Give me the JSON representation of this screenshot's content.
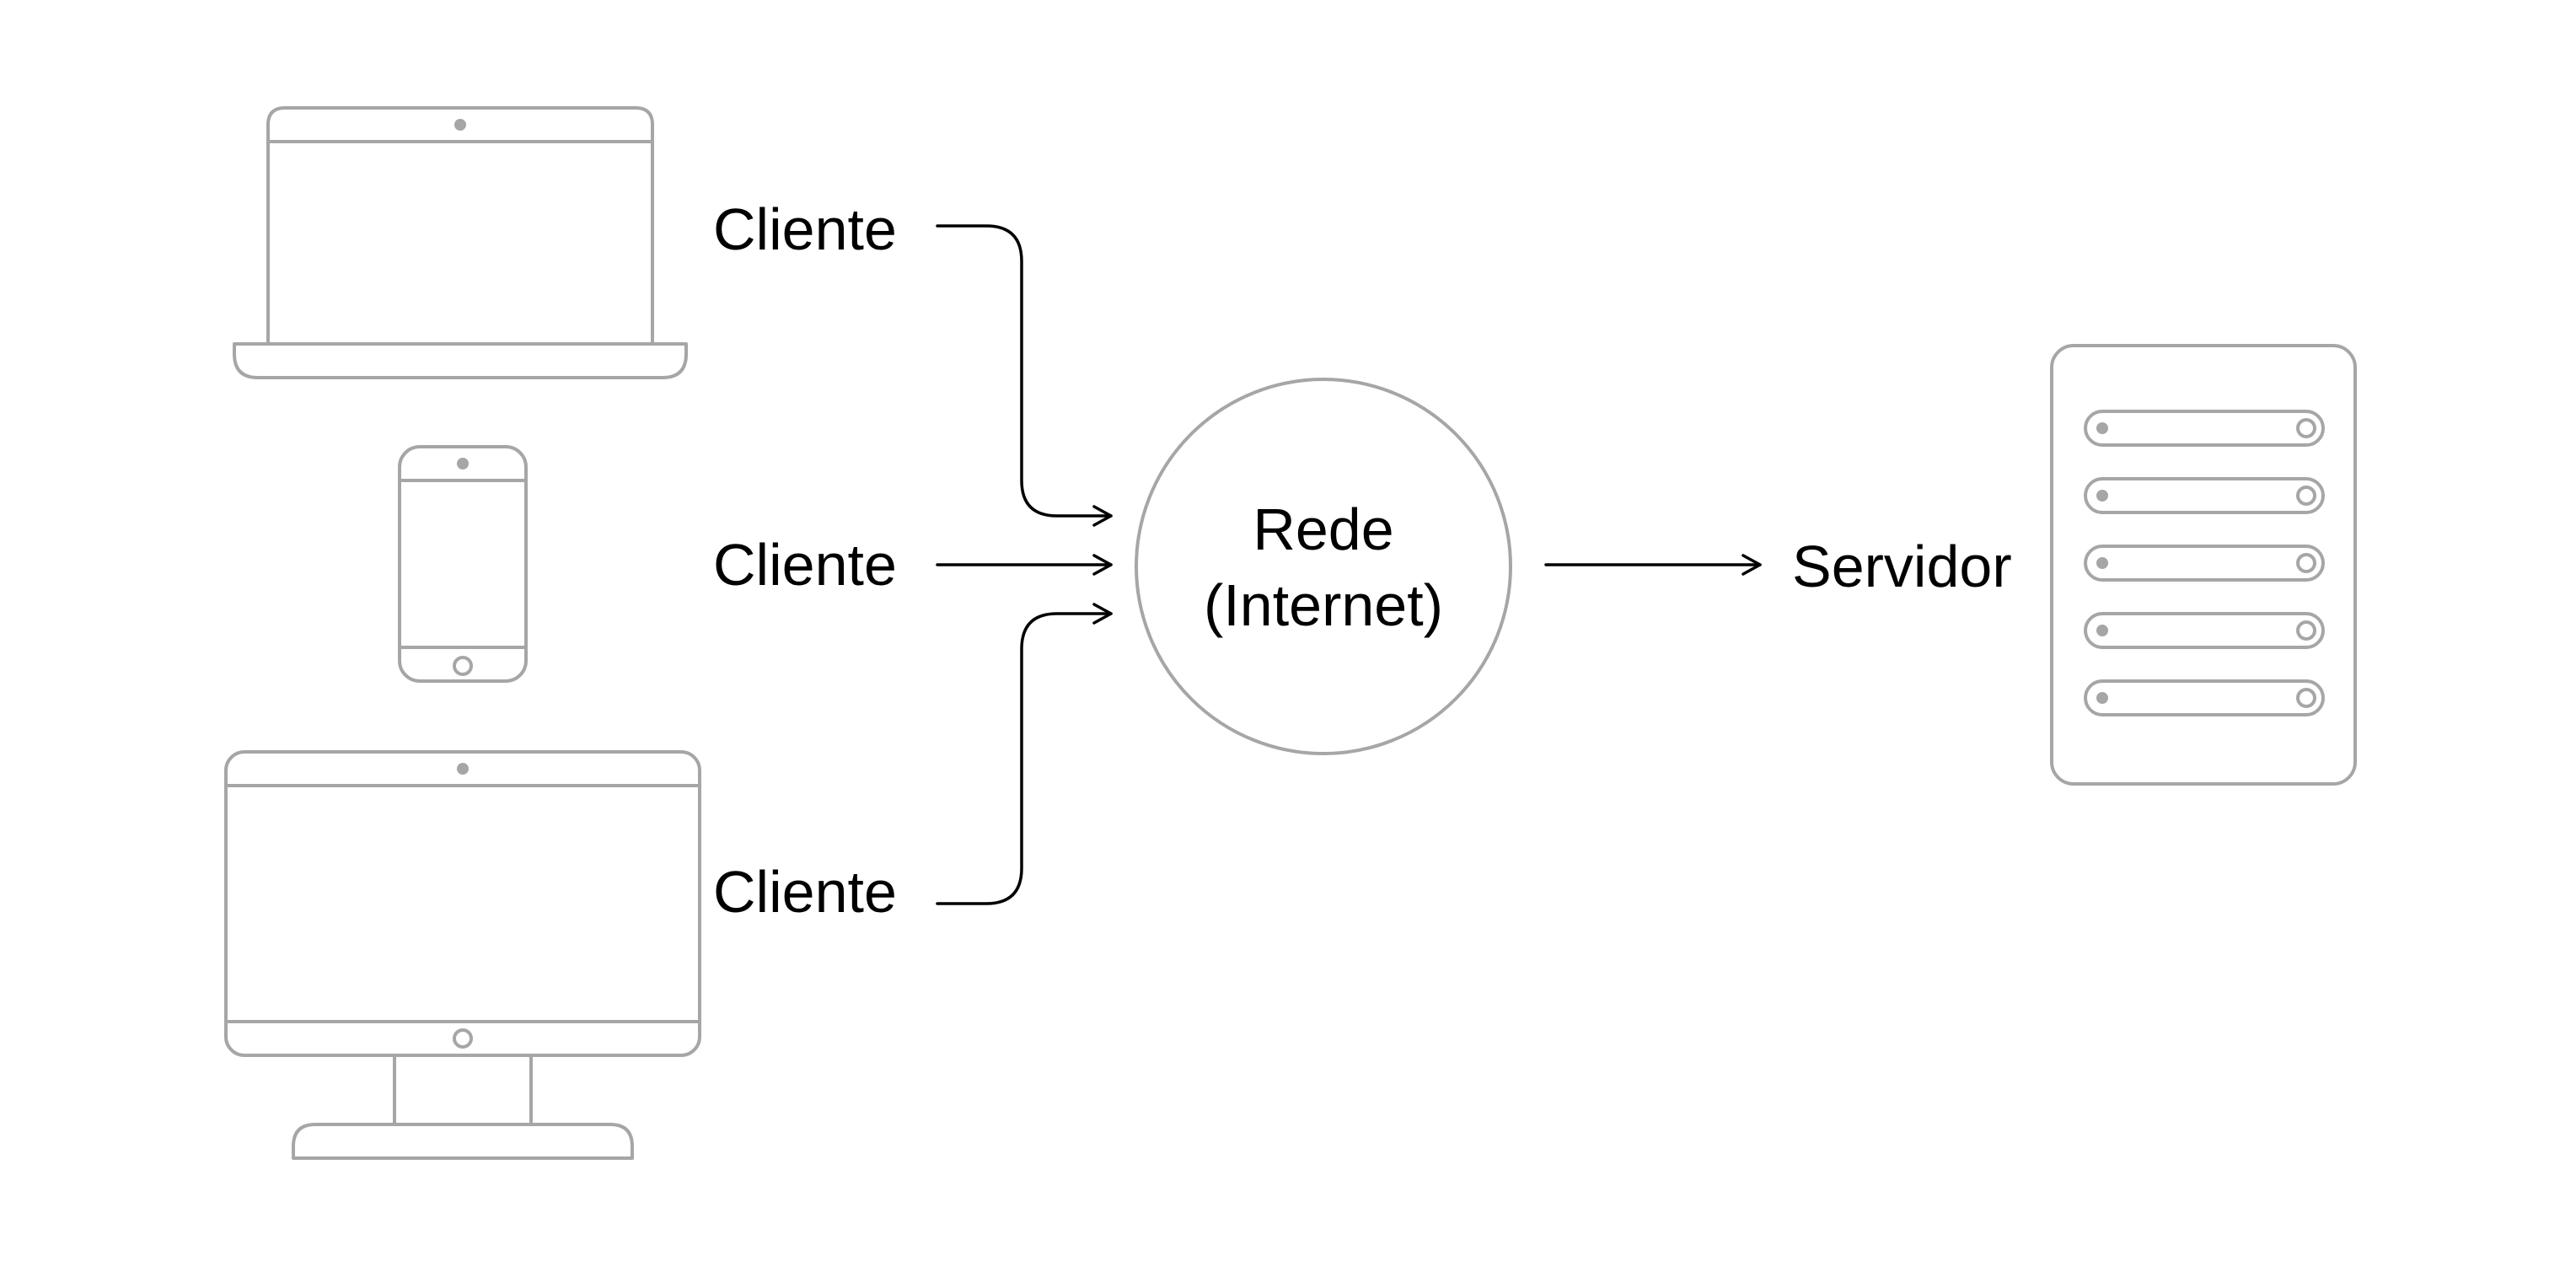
{
  "nodes": {
    "clients": [
      {
        "label": "Cliente",
        "device": "laptop-icon"
      },
      {
        "label": "Cliente",
        "device": "smartphone-icon"
      },
      {
        "label": "Cliente",
        "device": "desktop-monitor-icon"
      }
    ],
    "network": {
      "line1": "Rede",
      "line2": "(Internet)"
    },
    "server": {
      "label": "Servidor",
      "device": "server-rack-icon"
    }
  },
  "edges": [
    {
      "from": "Cliente (laptop)",
      "to": "Rede (Internet)"
    },
    {
      "from": "Cliente (smartphone)",
      "to": "Rede (Internet)"
    },
    {
      "from": "Cliente (desktop)",
      "to": "Rede (Internet)"
    },
    {
      "from": "Rede (Internet)",
      "to": "Servidor"
    }
  ],
  "colors": {
    "device_stroke": "#a6a6a6",
    "arrow": "#000000",
    "text": "#000000",
    "background": "#ffffff"
  }
}
